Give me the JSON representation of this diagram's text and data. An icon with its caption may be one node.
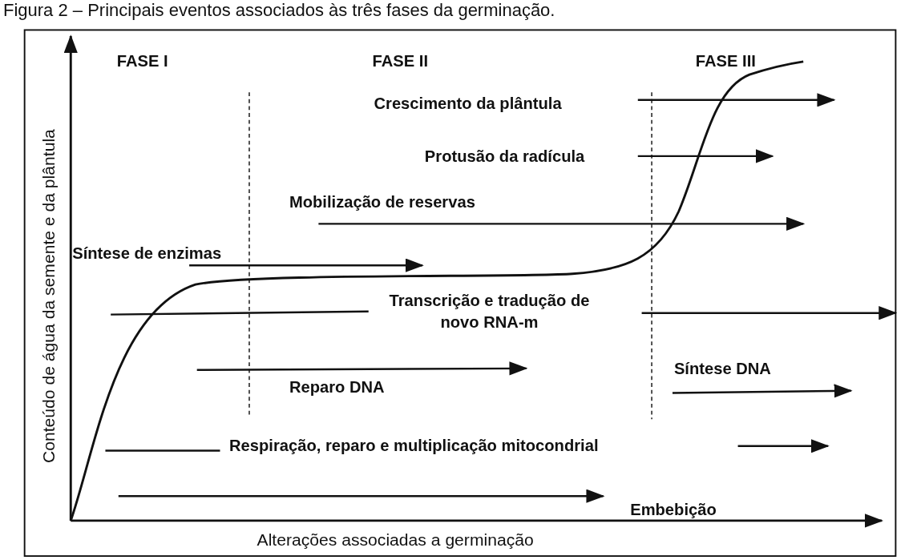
{
  "diagram": {
    "title": "Figura 2 – Principais eventos associados às três fases da germinação.",
    "labels": [
      "FASE I",
      "FASE II",
      "FASE III",
      "Crescimento da plântula",
      "Protusão da radícula",
      "Mobilização de reservas",
      "Síntese de enzimas",
      "Transcrição e tradução de novo RNA-m",
      "Síntese DNA",
      "Reparo DNA",
      "Respiração, reparo e multiplicação mitocondrial",
      "Embebição",
      "Conteúdo de água da semente e da plântula",
      "Alterações associadas a germinação"
    ]
  }
}
